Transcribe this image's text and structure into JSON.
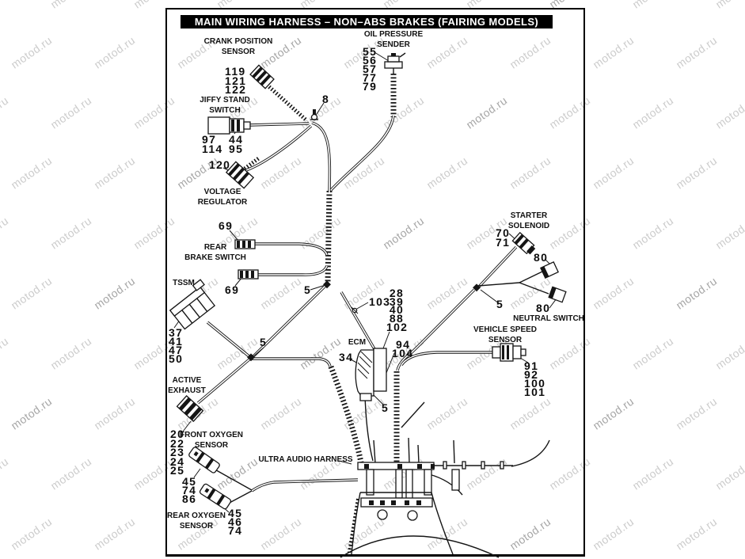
{
  "title": "MAIN WIRING  HARNESS – NON–ABS BRAKES (FAIRING MODELS)",
  "watermark": {
    "text": "motod.ru"
  },
  "components": {
    "crank_position_sensor": {
      "label_l1": "CRANK POSITION",
      "label_l2": "SENSOR",
      "parts": [
        "119",
        "121",
        "122"
      ]
    },
    "jiffy_stand_switch": {
      "label_l1": "JIFFY STAND",
      "label_l2": "SWITCH",
      "parts_left": [
        "97",
        "114"
      ],
      "parts_right": [
        "44",
        "95"
      ]
    },
    "voltage_regulator": {
      "label_l1": "VOLTAGE",
      "label_l2": "REGULATOR",
      "part": "120"
    },
    "oil_pressure_sender": {
      "label_l1": "OIL PRESSURE",
      "label_l2": "SENDER",
      "parts": [
        "55",
        "56",
        "57",
        "77",
        "79"
      ]
    },
    "rear_brake_switch": {
      "label_l1": "REAR",
      "label_l2": "BRAKE SWITCH",
      "part_top": "69",
      "part_bottom": "69"
    },
    "tssm": {
      "label": "TSSM",
      "parts": [
        "37",
        "41",
        "47",
        "50"
      ]
    },
    "active_exhaust": {
      "label_l1": "ACTIVE",
      "label_l2": "EXHAUST"
    },
    "front_oxygen_sensor": {
      "label_l1": "FRONT OXYGEN",
      "label_l2": "SENSOR",
      "parts": [
        "20",
        "22",
        "23",
        "24",
        "25"
      ],
      "parts2": [
        "45",
        "74",
        "86"
      ]
    },
    "rear_oxygen_sensor": {
      "label_l1": "REAR OXYGEN",
      "label_l2": "SENSOR",
      "parts": [
        "45",
        "46",
        "74"
      ]
    },
    "starter_solenoid": {
      "label_l1": "STARTER",
      "label_l2": "SOLENOID",
      "parts": [
        "70",
        "71"
      ]
    },
    "neutral_switch": {
      "label": "NEUTRAL SWITCH",
      "part_top": "80",
      "part_bottom": "80"
    },
    "vehicle_speed_sensor": {
      "label_l1": "VEHICLE SPEED",
      "label_l2": "SENSOR",
      "parts": [
        "91",
        "92",
        "100",
        "101"
      ]
    },
    "ecm": {
      "label": "ECM",
      "part": "34",
      "parts_list": [
        "28",
        "39",
        "40",
        "88",
        "102"
      ],
      "parts_right": [
        "94",
        "104"
      ]
    },
    "ultra_audio_harness": {
      "label": "ULTRA AUDIO HARNESS"
    }
  },
  "fasteners": {
    "cable_clip": "8",
    "antenna": "103",
    "clamps": [
      "5",
      "5",
      "5",
      "5"
    ]
  }
}
